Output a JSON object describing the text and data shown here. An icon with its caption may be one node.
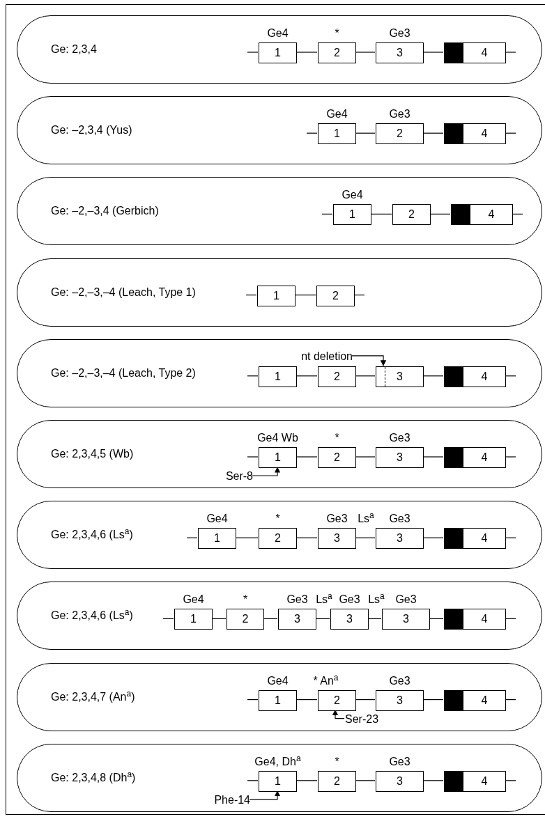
{
  "diagram": {
    "nodes": [
      {
        "text": [
          "Ge: 2,3,4"
        ]
      },
      {
        "text": [
          "1"
        ],
        "in": 0,
        "beside": [
          "Ge4"
        ]
      },
      {
        "text": [
          "2"
        ],
        "in": 0,
        "beside": [
          "*"
        ]
      },
      {
        "text": [
          "3"
        ],
        "in": 0,
        "beside": [
          "Ge3"
        ]
      },
      {
        "text": [
          "4"
        ],
        "in": 0
      },
      {
        "text": [
          "Ge: –2,3,4 (Yus)"
        ]
      },
      {
        "text": [
          "1"
        ],
        "in": 5,
        "beside": [
          "Ge4"
        ]
      },
      {
        "text": [
          "2"
        ],
        "in": 5,
        "beside": [
          "Ge3"
        ]
      },
      {
        "text": [
          "4"
        ],
        "in": 5
      },
      {
        "text": [
          "Ge: –2,–3,4 (Gerbich)"
        ]
      },
      {
        "text": [
          "1"
        ],
        "in": 9,
        "beside": [
          "Ge4"
        ]
      },
      {
        "text": [
          "2"
        ],
        "in": 9
      },
      {
        "text": [
          "4"
        ],
        "in": 9
      },
      {
        "text": [
          "Ge: –2,–3,–4 (Leach, Type 1)"
        ]
      },
      {
        "text": [
          "1"
        ],
        "in": 13
      },
      {
        "text": [
          "2"
        ],
        "in": 13
      },
      {
        "text": [
          "Ge: –2,–3,–4 (Leach, Type 2)"
        ]
      },
      {
        "text": [
          "nt deletion"
        ],
        "in": 16
      },
      {
        "text": [
          "1"
        ],
        "in": 16
      },
      {
        "text": [
          "2"
        ],
        "in": 16
      },
      {
        "text": [
          "3"
        ],
        "in": 16
      },
      {
        "text": [
          "4"
        ],
        "in": 16
      },
      {
        "text": [
          "Ge: 2,3,4,5 (Wb)"
        ]
      },
      {
        "text": [
          "1"
        ],
        "in": 22,
        "beside": [
          "Ge4 Wb"
        ]
      },
      {
        "text": [
          "2"
        ],
        "in": 22,
        "beside": [
          "*"
        ]
      },
      {
        "text": [
          "3"
        ],
        "in": 22,
        "beside": [
          "Ge3"
        ]
      },
      {
        "text": [
          "4"
        ],
        "in": 22
      },
      {
        "text": [
          "Ser-8"
        ],
        "in": 22
      },
      {
        "text": [
          "Ge: 2,3,4,6 (Ls$^{a}$)"
        ]
      },
      {
        "text": [
          "1"
        ],
        "in": 28,
        "beside": [
          "Ge4"
        ]
      },
      {
        "text": [
          "2"
        ],
        "in": 28,
        "beside": [
          "*"
        ]
      },
      {
        "text": [
          "3"
        ],
        "in": 28,
        "beside": [
          "Ge3"
        ]
      },
      {
        "text": [
          "3"
        ],
        "in": 28,
        "beside": [
          "Ge3"
        ]
      },
      {
        "text": [
          "4"
        ],
        "in": 28
      },
      {
        "text": [
          "Ge: 2,3,4,6 (Ls$^{a}$)"
        ]
      },
      {
        "text": [
          "1"
        ],
        "in": 34,
        "beside": [
          "Ge4"
        ]
      },
      {
        "text": [
          "2"
        ],
        "in": 34,
        "beside": [
          "*"
        ]
      },
      {
        "text": [
          "3"
        ],
        "in": 34,
        "beside": [
          "Ge3"
        ]
      },
      {
        "text": [
          "3"
        ],
        "in": 34,
        "beside": [
          "Ge3"
        ]
      },
      {
        "text": [
          "3"
        ],
        "in": 34,
        "beside": [
          "Ge3"
        ]
      },
      {
        "text": [
          "4"
        ],
        "in": 34
      },
      {
        "text": [
          "Ge: 2,3,4,7 (An$^{a}$)"
        ]
      },
      {
        "text": [
          "1"
        ],
        "in": 41,
        "beside": [
          "Ge4"
        ]
      },
      {
        "text": [
          "2"
        ],
        "in": 41,
        "beside": [
          "* An$^{a}$"
        ]
      },
      {
        "text": [
          "3"
        ],
        "in": 41,
        "beside": [
          "Ge3"
        ]
      },
      {
        "text": [
          "4"
        ],
        "in": 41
      },
      {
        "text": [
          "Ser-23"
        ],
        "in": 41
      },
      {
        "text": [
          "Ge: 2,3,4,8 (Dh$^{a}$)"
        ]
      },
      {
        "text": [
          "1"
        ],
        "in": 47,
        "beside": [
          "Ge4, Dh$^{a}$"
        ]
      },
      {
        "text": [
          "2"
        ],
        "in": 47,
        "beside": [
          "*"
        ]
      },
      {
        "text": [
          "3"
        ],
        "in": 47,
        "beside": [
          "Ge3"
        ]
      },
      {
        "text": [
          "4"
        ],
        "in": 47
      },
      {
        "text": [
          "Phe-14"
        ],
        "in": 47
      }
    ],
    "edges": [
      {
        "from": 1,
        "to": 2,
        "arrow": "none"
      },
      {
        "from": 2,
        "to": 3,
        "arrow": "none"
      },
      {
        "from": 3,
        "to": 4,
        "arrow": "none"
      },
      {
        "from": 6,
        "to": 7,
        "arrow": "none"
      },
      {
        "from": 7,
        "to": 8,
        "arrow": "none"
      },
      {
        "from": 10,
        "to": 11,
        "arrow": "none"
      },
      {
        "from": 11,
        "to": 12,
        "arrow": "none"
      },
      {
        "from": 14,
        "to": 15,
        "arrow": "none"
      },
      {
        "from": 18,
        "to": 19,
        "arrow": "none"
      },
      {
        "from": 19,
        "to": 20,
        "arrow": "none"
      },
      {
        "from": 20,
        "to": 21,
        "arrow": "none"
      },
      {
        "from": 17,
        "to": 20,
        "arrow": "to"
      },
      {
        "from": 23,
        "to": 24,
        "arrow": "none"
      },
      {
        "from": 24,
        "to": 25,
        "arrow": "none"
      },
      {
        "from": 25,
        "to": 26,
        "arrow": "none"
      },
      {
        "from": 27,
        "to": 23,
        "arrow": "to"
      },
      {
        "from": 29,
        "to": 30,
        "arrow": "none"
      },
      {
        "from": 30,
        "to": 31,
        "arrow": "none"
      },
      {
        "from": 31,
        "to": 32,
        "arrow": "none"
      },
      {
        "from": 32,
        "to": 33,
        "arrow": "none"
      },
      {
        "from": 35,
        "to": 36,
        "arrow": "none"
      },
      {
        "from": 36,
        "to": 37,
        "arrow": "none"
      },
      {
        "from": 37,
        "to": 38,
        "arrow": "none"
      },
      {
        "from": 38,
        "to": 39,
        "arrow": "none"
      },
      {
        "from": 39,
        "to": 40,
        "arrow": "none"
      },
      {
        "from": 42,
        "to": 43,
        "arrow": "none"
      },
      {
        "from": 43,
        "to": 44,
        "arrow": "none"
      },
      {
        "from": 44,
        "to": 45,
        "arrow": "none"
      },
      {
        "from": 46,
        "to": 43,
        "arrow": "to"
      },
      {
        "from": 48,
        "to": 49,
        "arrow": "none"
      },
      {
        "from": 49,
        "to": 50,
        "arrow": "none"
      },
      {
        "from": 50,
        "to": 51,
        "arrow": "none"
      },
      {
        "from": 52,
        "to": 48,
        "arrow": "to"
      }
    ],
    "labels": [
      "Ls$^{a}$",
      "Ls$^{a}$",
      "Ls$^{a}$"
    ]
  }
}
